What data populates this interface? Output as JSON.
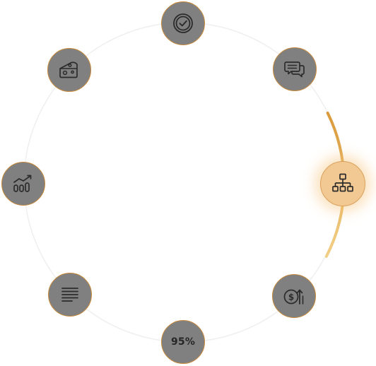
{
  "wheel": {
    "active_step": "org-chart",
    "accent_color": "#e2a94e",
    "node_color": "#808080",
    "active_node_color": "#f3c993",
    "percent_label": "95%",
    "nodes": [
      {
        "id": "quality-check",
        "icon": "check-seal-icon"
      },
      {
        "id": "chat",
        "icon": "chat-bubbles-icon"
      },
      {
        "id": "org-chart",
        "icon": "org-chart-icon"
      },
      {
        "id": "revenue-growth",
        "icon": "dollar-arrow-up-icon"
      },
      {
        "id": "percent",
        "icon": "percent-label"
      },
      {
        "id": "document",
        "icon": "text-lines-icon"
      },
      {
        "id": "analytics",
        "icon": "bar-chart-trend-icon"
      },
      {
        "id": "cheese",
        "icon": "cheese-icon"
      }
    ]
  }
}
